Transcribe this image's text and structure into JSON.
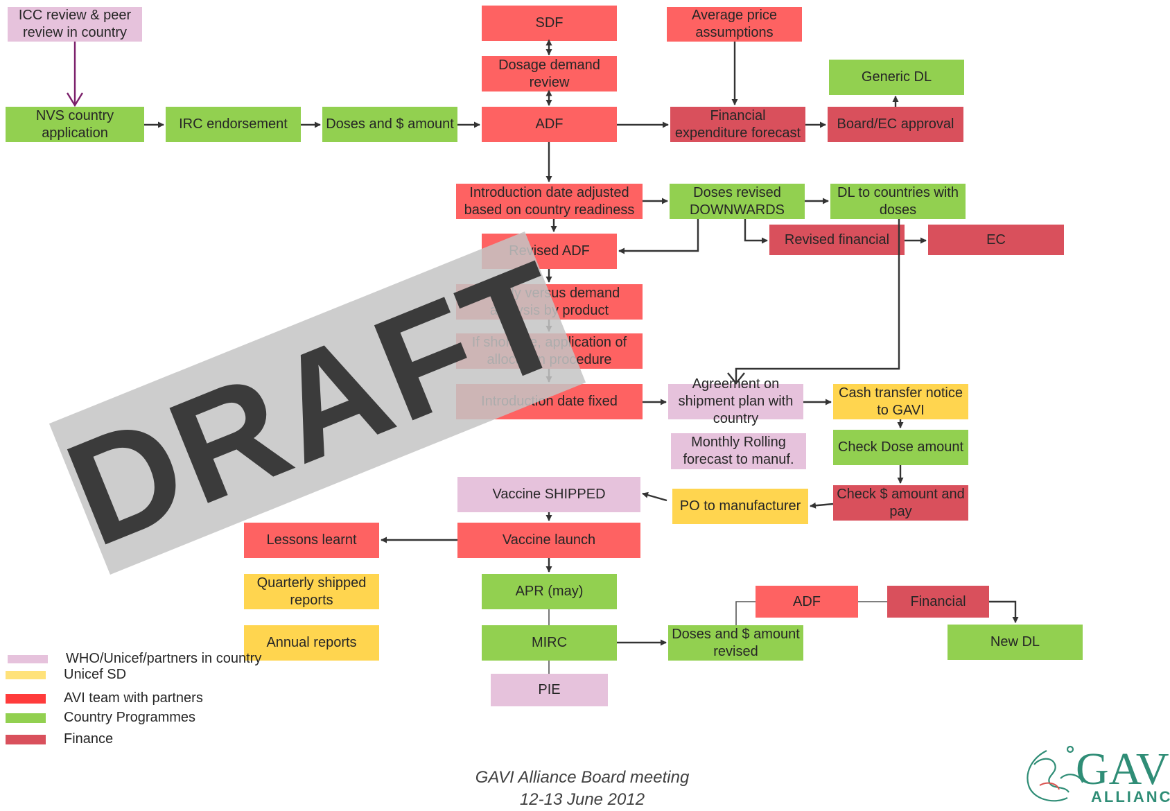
{
  "nodes": {
    "icc_review": "ICC review & peer review in country",
    "nvs_application": "NVS country application",
    "irc_endorsement": "IRC endorsement",
    "doses_amount": "Doses and $ amount",
    "sdf": "SDF",
    "dosage_demand_review": "Dosage demand review",
    "adf": "ADF",
    "average_price": "Average  price assumptions",
    "financial_forecast": "Financial expenditure forecast",
    "generic_dl": "Generic DL",
    "board_approval": "Board/EC approval",
    "intro_date_adjusted": "Introduction date adjusted based on country readiness",
    "doses_revised_down": "Doses revised DOWNWARDS",
    "dl_to_countries": "DL to countries  with doses",
    "revised_financial": "Revised financial",
    "ec": "EC",
    "revised_adf": "Revised ADF",
    "supply_demand": "Supply versus demand analysis by product",
    "shortage_allocation": "If shortage, application of allocation procedure",
    "intro_date_fixed": "Introduction date fixed",
    "agreement_shipment": "Agreement on shipment plan with country",
    "cash_transfer": "Cash transfer notice to GAVI",
    "monthly_rolling": "Monthly Rolling forecast to manuf.",
    "check_dose": "Check Dose amount",
    "check_amount_pay": "Check $ amount and pay",
    "po_manufacturer": "PO to manufacturer",
    "vaccine_shipped": "Vaccine SHIPPED",
    "vaccine_launch": "Vaccine launch",
    "lessons_learnt": "Lessons learnt",
    "quarterly_reports": "Quarterly shipped reports",
    "annual_reports": "Annual reports",
    "apr": "APR (may)",
    "mirc": "MIRC",
    "pie": "PIE",
    "doses_amount_revised": "Doses and $ amount revised",
    "adf_bottom": "ADF",
    "financial_bottom": "Financial",
    "new_dl": "New DL"
  },
  "legend": [
    {
      "label": "WHO/Unicef/partners in country",
      "color": "#E6C2DC"
    },
    {
      "label": "Unicef SD",
      "color": "#FFE27A"
    },
    {
      "label": "AVI team with partners",
      "color": "#FF3B3B"
    },
    {
      "label": "Country Programmes",
      "color": "#92D050"
    },
    {
      "label": "Finance",
      "color": "#D9505C"
    }
  ],
  "colors": {
    "pink": "#E6C2DC",
    "yellow": "#FFD54F",
    "red": "#FE6262",
    "green": "#92D050",
    "finance": "#D9505C"
  },
  "watermark": "DRAFT",
  "footer": {
    "line1": "GAVI Alliance Board meeting",
    "line2": "12-13 June 2012"
  },
  "logo": {
    "text": "GAVI",
    "subtext": "ALLIANCE"
  }
}
